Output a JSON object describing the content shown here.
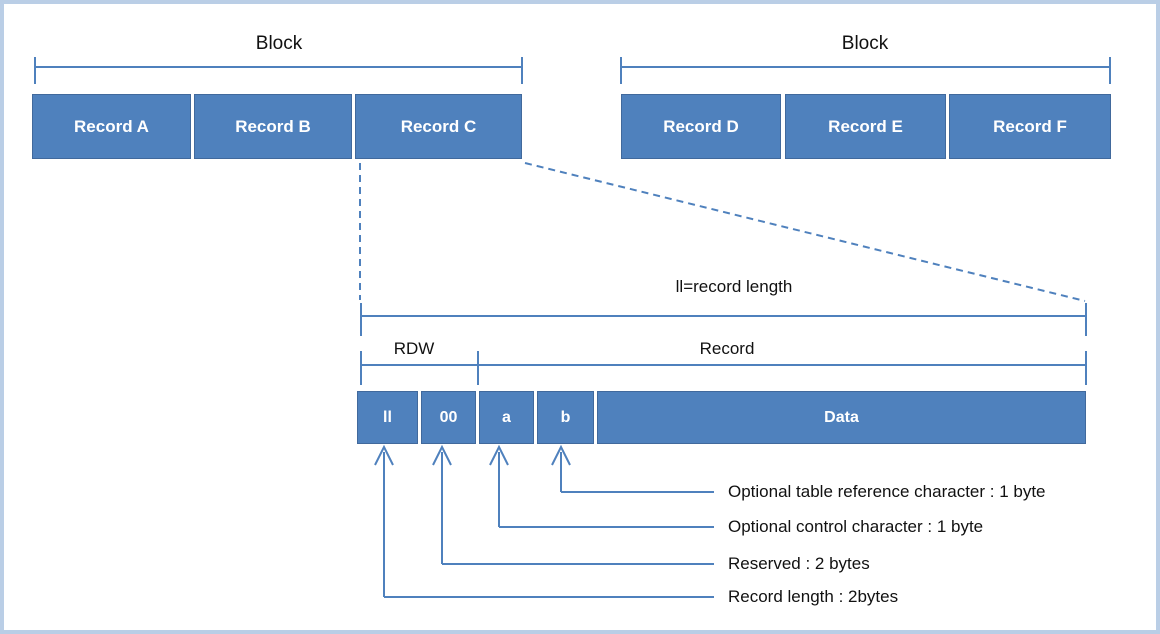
{
  "blocks": {
    "left": {
      "title": "Block",
      "records": [
        "Record A",
        "Record B",
        "Record C"
      ]
    },
    "right": {
      "title": "Block",
      "records": [
        "Record D",
        "Record E",
        "Record F"
      ]
    }
  },
  "detail": {
    "length_label": "ll=record length",
    "rdw_label": "RDW",
    "record_label": "Record",
    "fields": [
      "ll",
      "00",
      "a",
      "b",
      "Data"
    ],
    "annotations": [
      "Optional table reference character : 1 byte",
      "Optional control character : 1 byte",
      "Reserved : 2 bytes",
      "Record length : 2bytes"
    ]
  },
  "colors": {
    "box_fill": "#4f81bd",
    "box_border": "#41699c",
    "line": "#4f81bd",
    "frame_border": "#bacee6",
    "text": "#111111",
    "box_text": "#ffffff",
    "bg": "#ffffff"
  }
}
